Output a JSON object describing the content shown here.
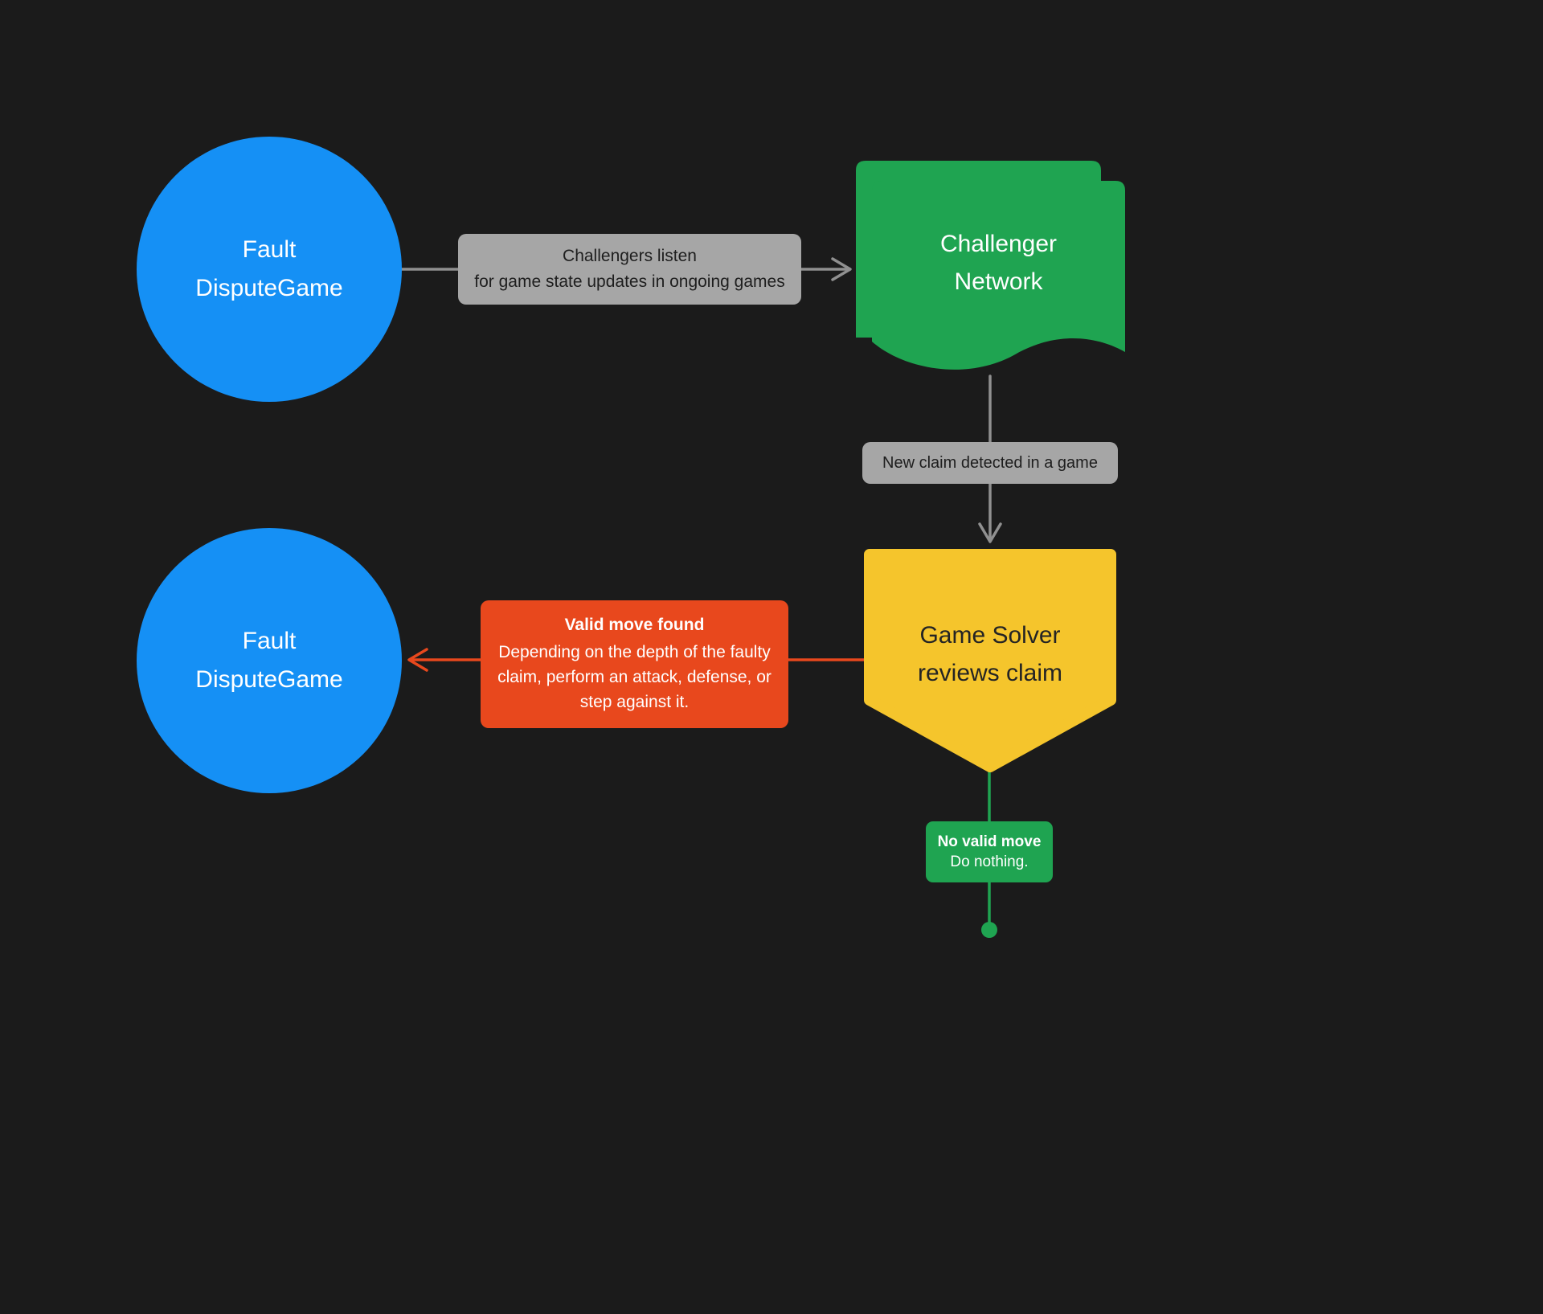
{
  "colors": {
    "canvas_bg": "#1b1b1b",
    "blue": "#1590f5",
    "green": "#1fa451",
    "yellow": "#f5c52c",
    "red": "#e8481d",
    "gray_label_bg": "#a6a6a6",
    "gray_arrow": "#909090",
    "dark_text": "#1e1e1e",
    "light_text": "#ffffff"
  },
  "nodes": {
    "fault_dispute_game_top": {
      "line1": "Fault",
      "line2": "DisputeGame"
    },
    "challenger_network": {
      "line1": "Challenger",
      "line2": "Network"
    },
    "game_solver": {
      "line1": "Game Solver",
      "line2": "reviews claim"
    },
    "fault_dispute_game_bottom": {
      "line1": "Fault",
      "line2": "DisputeGame"
    }
  },
  "labels": {
    "listen": {
      "line1": "Challengers listen",
      "line2": "for game state updates in ongoing games"
    },
    "new_claim": {
      "text": "New claim detected in a game"
    },
    "valid_move": {
      "title": "Valid move found",
      "body": "Depending on the depth of the faulty claim, perform an attack, defense, or step against it."
    },
    "no_valid_move": {
      "title": "No valid move",
      "body": "Do nothing."
    }
  }
}
